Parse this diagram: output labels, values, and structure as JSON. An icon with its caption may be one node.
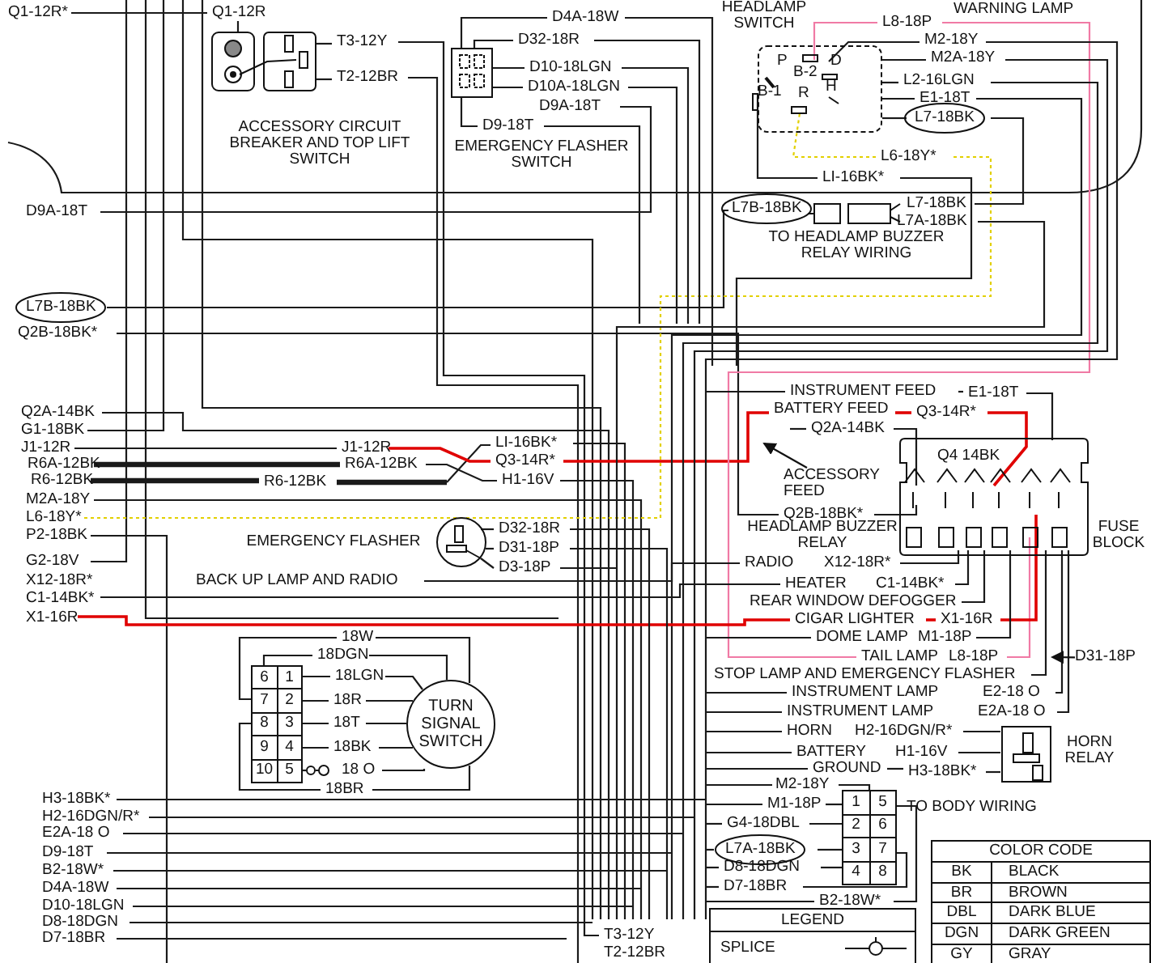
{
  "diagram": {
    "nodes": [
      {
        "text": [
          "ACCESSORY CIRCUIT BREAKER AND TOP LIFT SWITCH"
        ]
      },
      {
        "text": [
          "EMERGENCY FLASHER SWITCH"
        ]
      },
      {
        "text": [
          "HEADLAMP SWITCH",
          "P",
          "B-2",
          "D",
          "B-1",
          "R",
          "H"
        ]
      },
      {
        "text": [
          "TO HEADLAMP BUZZER RELAY WIRING"
        ]
      },
      {
        "text": [
          "EMERGENCY FLASHER"
        ]
      },
      {
        "text": [
          "TURN SIGNAL SWITCH"
        ]
      },
      {
        "text": [
          "6",
          "1",
          "7",
          "2",
          "8",
          "3",
          "9",
          "4",
          "10",
          "5"
        ]
      },
      {
        "text": [
          "FUSE BLOCK"
        ]
      },
      {
        "text": [
          "HORN RELAY"
        ]
      },
      {
        "text": [
          "1",
          "5",
          "2",
          "6",
          "3",
          "7",
          "4",
          "8",
          "TO BODY WIRING"
        ]
      },
      {
        "text": [
          "ACCESSORY FEED"
        ]
      },
      {
        "text": [
          "D31-18P"
        ]
      }
    ],
    "edges": [
      {
        "from": 10,
        "to": null,
        "arrow": "to"
      },
      {
        "from": 11,
        "to": null,
        "arrow": "to"
      }
    ],
    "labels": [
      "Q1-12R*",
      "Q1-12R",
      "D4A-18W",
      "L8-18P",
      "WARNING LAMP",
      "T3-12Y",
      "D32-18R",
      "M2-18Y",
      "M2A-18Y",
      "D10-18LGN",
      "T2-12BR",
      "L2-16LGN",
      "D10A-18LGN",
      "E1-18T",
      "D9A-18T",
      "L7-18BK",
      "D9-18T",
      "L6-18Y*",
      "LI-16BK*",
      "D9A-18T",
      "L7B-18BK",
      "L7-18BK",
      "L7A-18BK",
      "L7B-18BK",
      "Q2B-18BK*",
      "INSTRUMENT FEED",
      "E1-18T",
      "Q2A-14BK",
      "BATTERY FEED",
      "Q3-14R*",
      "G1-18BK",
      "Q2A-14BK",
      "J1-12R",
      "J1-12R",
      "LI-16BK*",
      "Q4 14BK",
      "R6A-12BK",
      "R6A-12BK",
      "Q3-14R*",
      "R6-12BK",
      "R6-12BK",
      "H1-16V",
      "M2A-18Y",
      "L6-18Y*",
      "Q2B-18BK*",
      "P2-18BK",
      "D32-18R",
      "HEADLAMP BUZZER RELAY",
      "D31-18P",
      "G2-18V",
      "D3-18P",
      "RADIO",
      "X12-18R*",
      "X12-18R*",
      "BACK UP LAMP AND RADIO",
      "HEATER",
      "C1-14BK*",
      "C1-14BK*",
      "REAR WINDOW DEFOGGER",
      "X1-16R",
      "CIGAR LIGHTER",
      "X1-16R",
      "18W",
      "DOME LAMP",
      "M1-18P",
      "18DGN",
      "TAIL LAMP",
      "L8-18P",
      "18LGN",
      "STOP LAMP AND EMERGENCY FLASHER",
      "18R",
      "INSTRUMENT LAMP",
      "E2-18 O",
      "18T",
      "INSTRUMENT LAMP",
      "E2A-18 O",
      "HORN",
      "H2-16DGN/R*",
      "18BK",
      "BATTERY",
      "H1-16V",
      "18 O",
      "GROUND",
      "H3-18BK*",
      "18BR",
      "M2-18Y",
      "H3-18BK*",
      "M1-18P",
      "H2-16DGN/R*",
      "G4-18DBL",
      "E2A-18 O",
      "D9-18T",
      "L7A-18BK",
      "COLOR CODE",
      "B2-18W*",
      "D8-18DGN",
      "BK",
      "BLACK",
      "D4A-18W",
      "D7-18BR",
      "BR",
      "BROWN",
      "D10-18LGN",
      "B2-18W*",
      "DBL",
      "DARK BLUE",
      "D8-18DGN",
      "LEGEND",
      "D7-18BR",
      "T3-12Y",
      "DGN",
      "DARK GREEN",
      "T2-12BR",
      "GY",
      "GRAY"
    ],
    "legend": [
      {
        "text": "SPLICE"
      }
    ]
  }
}
